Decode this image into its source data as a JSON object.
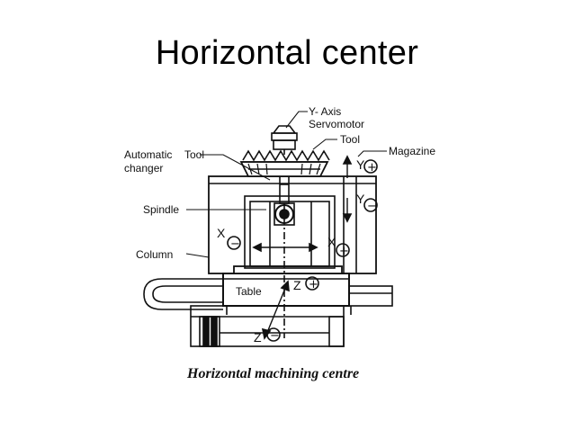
{
  "slide": {
    "title": "Horizontal center"
  },
  "diagram": {
    "labels": {
      "y_axis_servomotor_line1": "Y- Axis",
      "y_axis_servomotor_line2": "Servomotor",
      "tool_top": "Tool",
      "magazine": "Magazine",
      "automatic": "Automatic",
      "tool_mid": "Tool",
      "changer": "changer",
      "spindle": "Spindle",
      "column": "Column",
      "table": "Table"
    },
    "axes": {
      "y": "Y",
      "x": "X",
      "z": "Z",
      "plus": "+",
      "minus": "−"
    },
    "caption": "Horizontal machining centre",
    "colors": {
      "ink": "#111111",
      "background": "#ffffff"
    }
  }
}
